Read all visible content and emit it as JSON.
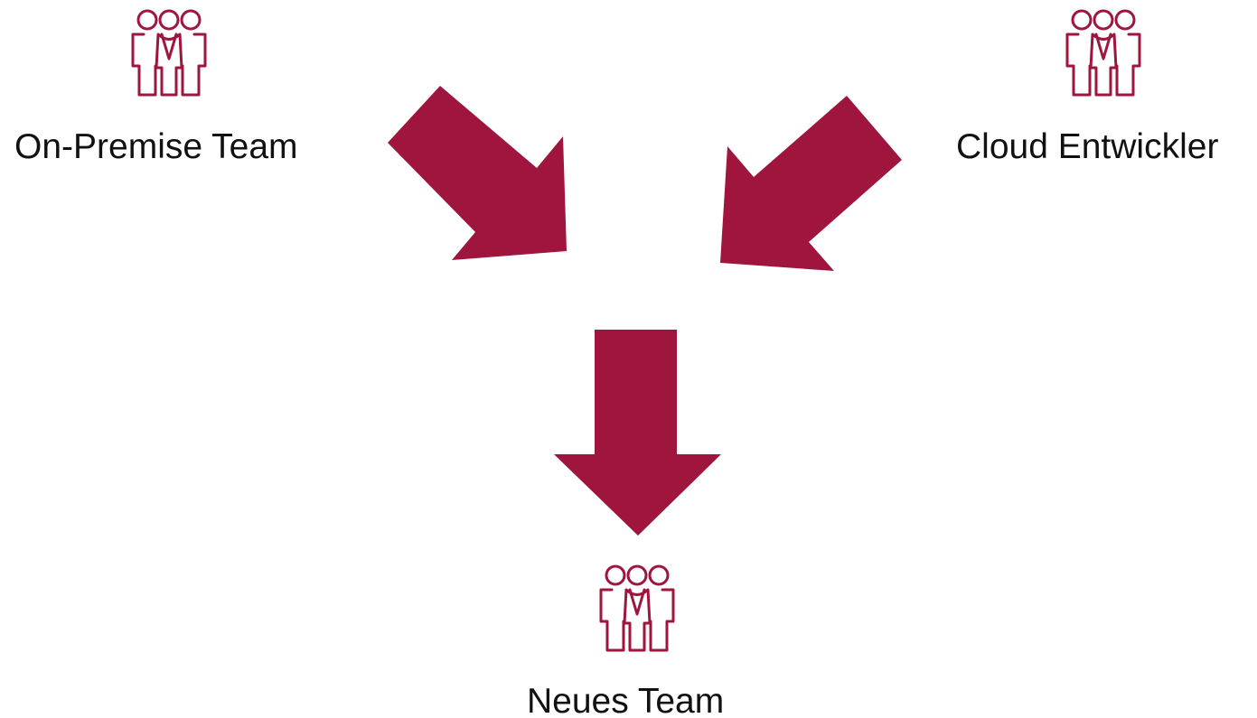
{
  "diagram": {
    "accent_color": "#a0153e",
    "nodes": [
      {
        "id": "onprem",
        "label": "On-Premise Team",
        "icon": "team-icon"
      },
      {
        "id": "cloud",
        "label": "Cloud Entwickler",
        "icon": "team-icon"
      },
      {
        "id": "neues",
        "label": "Neues Team",
        "icon": "team-icon"
      }
    ],
    "edges": [
      {
        "from": "onprem",
        "to": "merge"
      },
      {
        "from": "cloud",
        "to": "merge"
      },
      {
        "from": "merge",
        "to": "neues"
      }
    ]
  }
}
